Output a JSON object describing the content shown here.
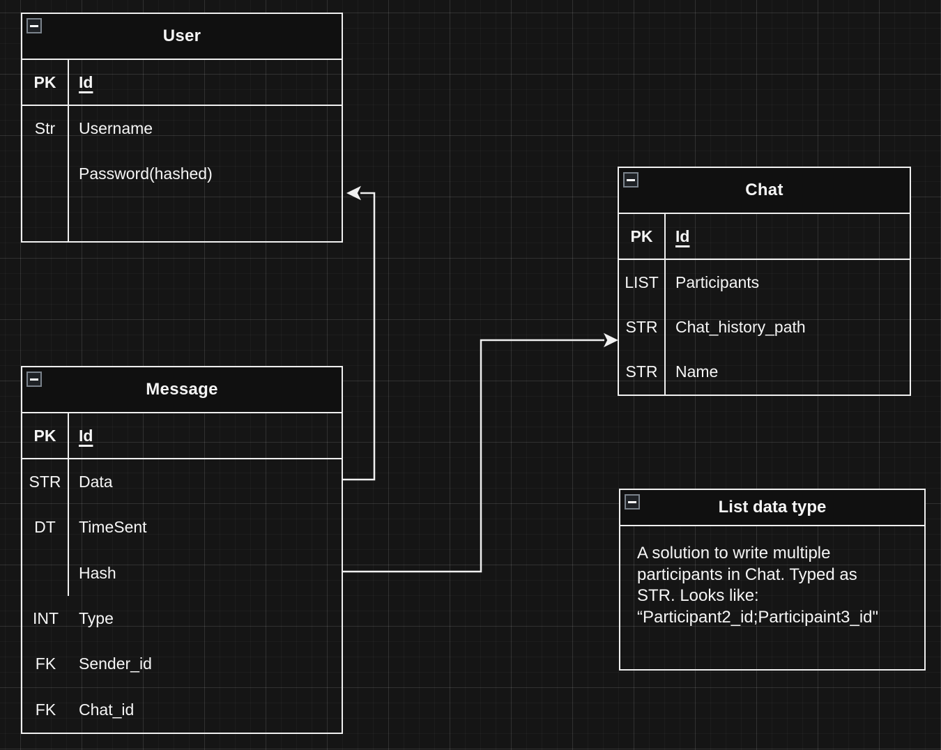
{
  "colors": {
    "bg": "#151515",
    "line": "#f0f0f0",
    "text": "#f5f5f5",
    "title-fill": "#101010",
    "collapse-border": "#7b838c",
    "collapse-fill": "#1f2226"
  },
  "icons": {
    "collapse": "minus-square-icon"
  },
  "entities": {
    "user": {
      "title": "User",
      "rows": [
        {
          "type": "PK",
          "name": "Id"
        },
        {
          "type": "Str",
          "name": "Username"
        },
        {
          "type": "",
          "name": "Password(hashed)"
        }
      ]
    },
    "message": {
      "title": "Message",
      "rows": [
        {
          "type": "PK",
          "name": "Id"
        },
        {
          "type": "STR",
          "name": "Data"
        },
        {
          "type": "DT",
          "name": "TimeSent"
        },
        {
          "type": "",
          "name": "Hash"
        },
        {
          "type": "INT",
          "name": "Type"
        },
        {
          "type": "FK",
          "name": "Sender_id"
        },
        {
          "type": "FK",
          "name": "Chat_id"
        }
      ]
    },
    "chat": {
      "title": "Chat",
      "rows": [
        {
          "type": "PK",
          "name": "Id"
        },
        {
          "type": "LIST",
          "name": "Participants"
        },
        {
          "type": "STR",
          "name": "Chat_history_path"
        },
        {
          "type": "STR",
          "name": "Name"
        }
      ]
    }
  },
  "note": {
    "title": "List data type",
    "body": "A solution to write multiple\nparticipants in Chat. Typed as\nSTR. Looks like:\n“Participant2_id;Participaint3_id\""
  },
  "relationships": [
    {
      "from": "Message",
      "to": "User"
    },
    {
      "from": "Message",
      "to": "Chat"
    }
  ]
}
